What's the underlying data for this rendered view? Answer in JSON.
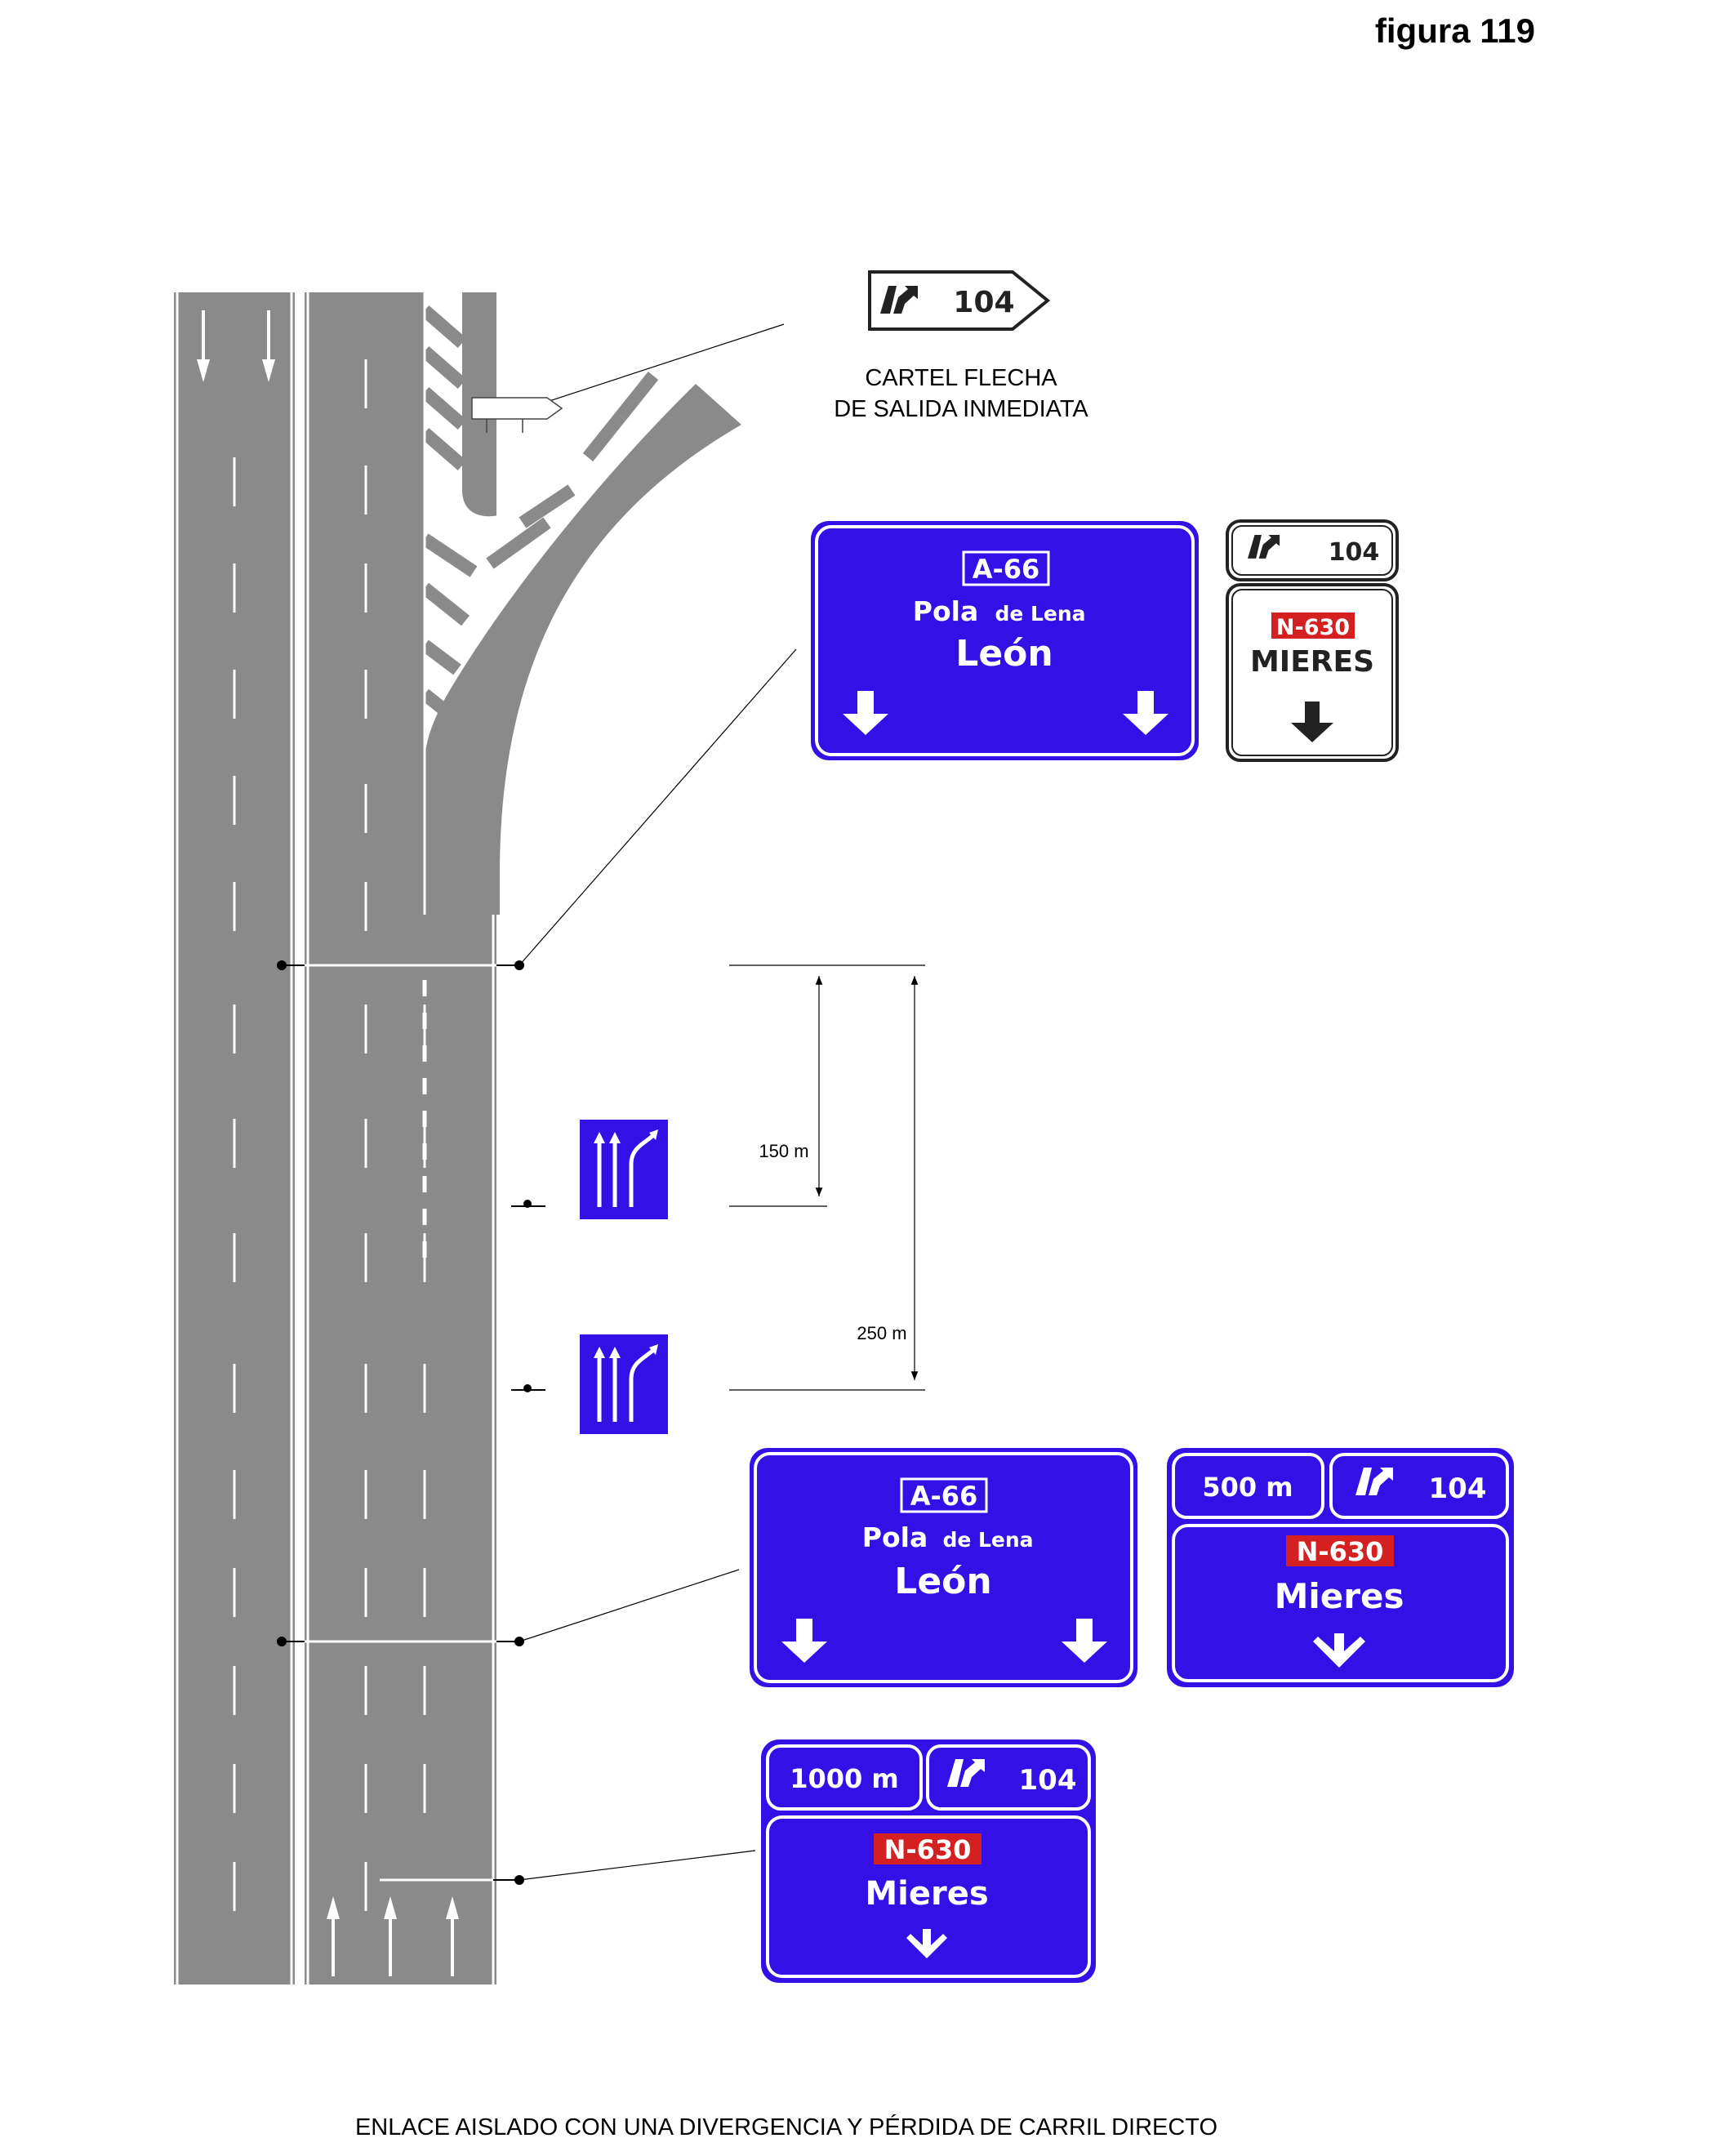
{
  "figure_label": "figura 119",
  "caption": "ENLACE AISLADO CON UNA DIVERGENCIA Y PÉRDIDA DE CARRIL DIRECTO",
  "exit_arrow_sign": {
    "number": "104",
    "label_line1": "CARTEL FLECHA",
    "label_line2": "DE SALIDA INMEDIATA"
  },
  "lane_gore_sign": {
    "road_code": "A-66",
    "line1_big": "Pola",
    "line1_small": "de Lena",
    "line2": "León"
  },
  "gore_exit_sign": {
    "exit_number": "104",
    "road_code": "N-630",
    "destination": "MIERES"
  },
  "dimensions": {
    "distance_1": "150 m",
    "distance_2": "250 m"
  },
  "advance_lane_sign": {
    "road_code": "A-66",
    "line1_big": "Pola",
    "line1_small": "de Lena",
    "line2": "León"
  },
  "advance_exit_sign_500": {
    "distance": "500 m",
    "exit_number": "104",
    "road_code": "N-630",
    "destination": "Mieres"
  },
  "advance_exit_sign_1000": {
    "distance": "1000 m",
    "exit_number": "104",
    "road_code": "N-630",
    "destination": "Mieres"
  },
  "colors": {
    "road": "#8a8a8a",
    "sign_blue": "#3210e6",
    "sign_red": "#d42020",
    "marking": "#ffffff"
  }
}
